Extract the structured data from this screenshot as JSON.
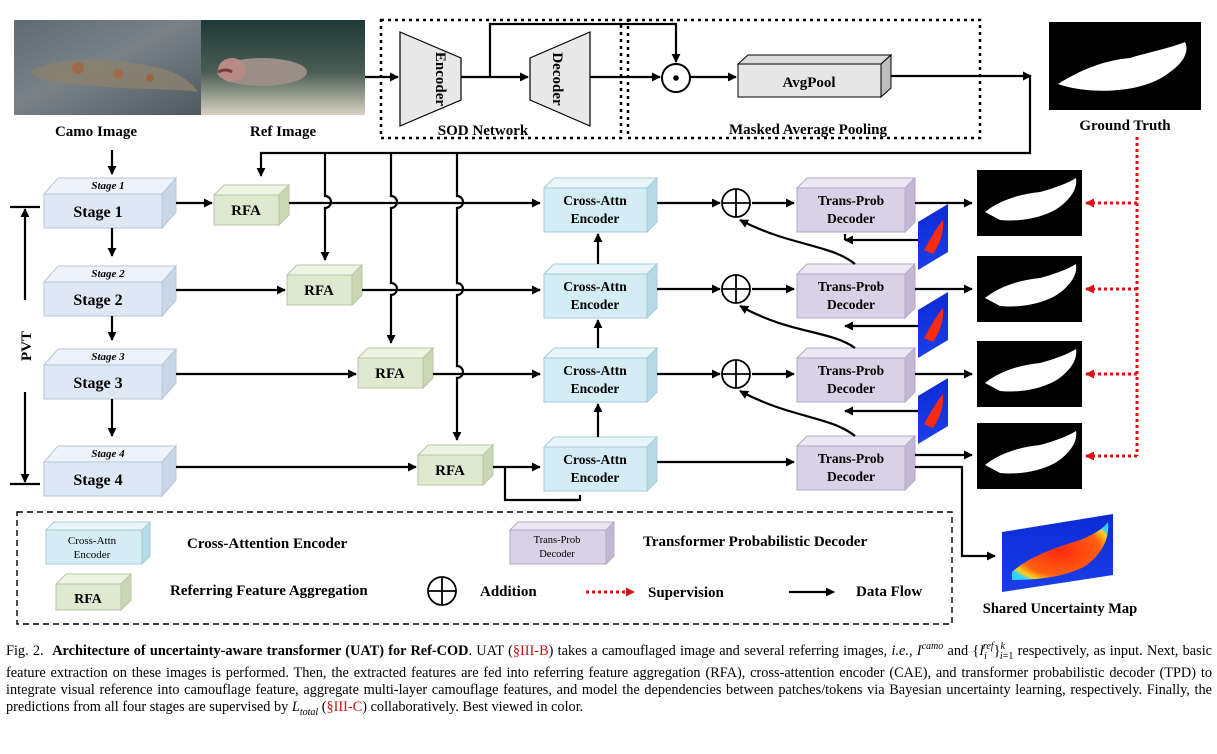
{
  "images": {
    "camo_label": "Camo Image",
    "ref_label": "Ref Image",
    "ground_truth_label": "Ground Truth"
  },
  "sod": {
    "network_label": "SOD Network",
    "encoder": "Encoder",
    "decoder": "Decoder",
    "avgpool": "AvgPool",
    "masked_pooling_label": "Masked  Average Pooling"
  },
  "backbone": {
    "label": "PVT",
    "stages": [
      {
        "label": "Stage 1",
        "tag": "Stage 1"
      },
      {
        "label": "Stage 2",
        "tag": "Stage 2"
      },
      {
        "label": "Stage 3",
        "tag": "Stage 3"
      },
      {
        "label": "Stage 4",
        "tag": "Stage 4"
      }
    ]
  },
  "blocks": {
    "rfa": "RFA",
    "cae_line1": "Cross-Attn",
    "cae_line2": "Encoder",
    "tpd_line1": "Trans-Prob",
    "tpd_line2": "Decoder"
  },
  "outputs": {
    "shared_uncertainty_label": "Shared Uncertainty Map"
  },
  "legend": {
    "cae_box_line1": "Cross-Attn",
    "cae_box_line2": "Encoder",
    "cae_text": "Cross-Attention Encoder",
    "tpd_box_line1": "Trans-Prob",
    "tpd_box_line2": "Decoder",
    "tpd_text": "Transformer Probabilistic Decoder",
    "rfa_box": "RFA",
    "rfa_text": "Referring  Feature Aggregation",
    "addition_text": "Addition",
    "supervision_text": "Supervision",
    "dataflow_text": "Data Flow"
  },
  "caption": {
    "fig": "Fig. 2.",
    "title": "Architecture of uncertainty-aware transformer (UAT) for Ref-COD",
    "p1": ". UAT (",
    "ref1": "§III-B",
    "p2": ") takes a camouflaged image and several referring images, ",
    "ie": "i.e.",
    "p3": ",",
    "p4": " and ",
    "p5": " respectively, as input. Next, basic feature extraction on these images is performed. Then, the extracted features are fed into referring feature aggregation (RFA), cross-attention encoder (CAE), and transformer probabilistic decoder (TPD) to integrate visual reference into camouflage feature, aggregate multi-layer camouflage features, and model the dependencies between patches/tokens via Bayesian uncertainty learning, respectively. Finally, the predictions from all four stages are supervised by ",
    "p6": " (",
    "ref2": "§III-C",
    "p7": ") collaboratively. Best viewed in color."
  },
  "colors": {
    "stage_fill": "#dde8f4",
    "rfa_fill": "#dfe9cf",
    "cae_fill": "#d4ecf3",
    "tpd_fill": "#d9d2e6",
    "supervision": "#e01010",
    "reference": "#cc1111"
  }
}
